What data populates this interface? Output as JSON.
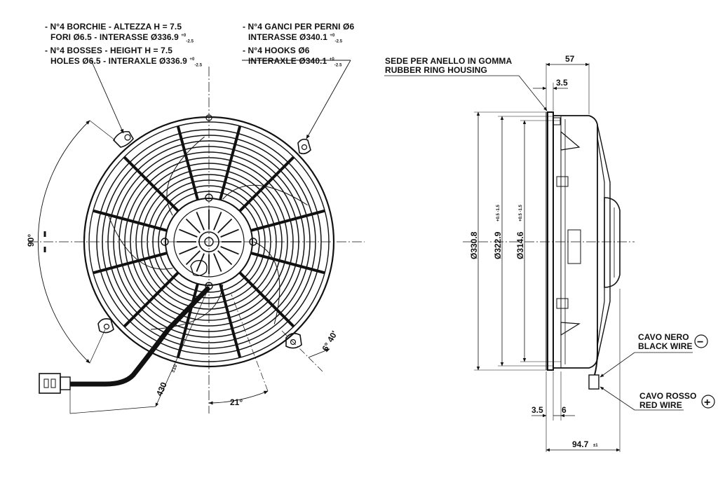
{
  "notes": {
    "bosses": {
      "it_line1": "- N°4 BORCHIE - ALTEZZA H = 7.5",
      "it_line2": "FORI Ø6.5 - INTERASSE Ø336.9",
      "en_line1": "- N°4 BOSSES - HEIGHT H = 7.5",
      "en_line2": "HOLES Ø6.5 - INTERAXLE Ø336.9",
      "tol_upper": "+0",
      "tol_lower": "-2.5"
    },
    "hooks": {
      "it_line1": "- N°4 GANCI PER PERNI Ø6",
      "it_line2": "INTERASSE Ø340.1",
      "en_line1": "- N°4 HOOKS Ø6",
      "en_line2": "INTERAXLE Ø340.1",
      "tol_upper": "+0",
      "tol_lower": "-2.5"
    },
    "rubber_ring": {
      "it": "SEDE PER ANELLO IN GOMMA",
      "en": "RUBBER RING HOUSING"
    },
    "black_wire": {
      "it": "CAVO NERO",
      "en": "BLACK WIRE",
      "symbol": "−"
    },
    "red_wire": {
      "it": "CAVO ROSSO",
      "en": "RED WIRE",
      "symbol": "+"
    }
  },
  "dimensions": {
    "angle_hooks": "90°",
    "angle_blades": "21°",
    "angle_offset": "6° 40'",
    "cable_length": "430",
    "cable_tol": "±10",
    "depth_total": "57",
    "depth_ring": "3.5",
    "d_outer": "Ø330.8",
    "d_mid": "Ø322.9",
    "d_mid_tol": "+0.5 -1.5",
    "d_inner": "Ø314.6",
    "d_inner_tol": "+0.5 -1.5",
    "bottom_a": "3.5",
    "bottom_b": "6",
    "depth_overall": "94.7",
    "depth_overall_tol": "±1"
  }
}
